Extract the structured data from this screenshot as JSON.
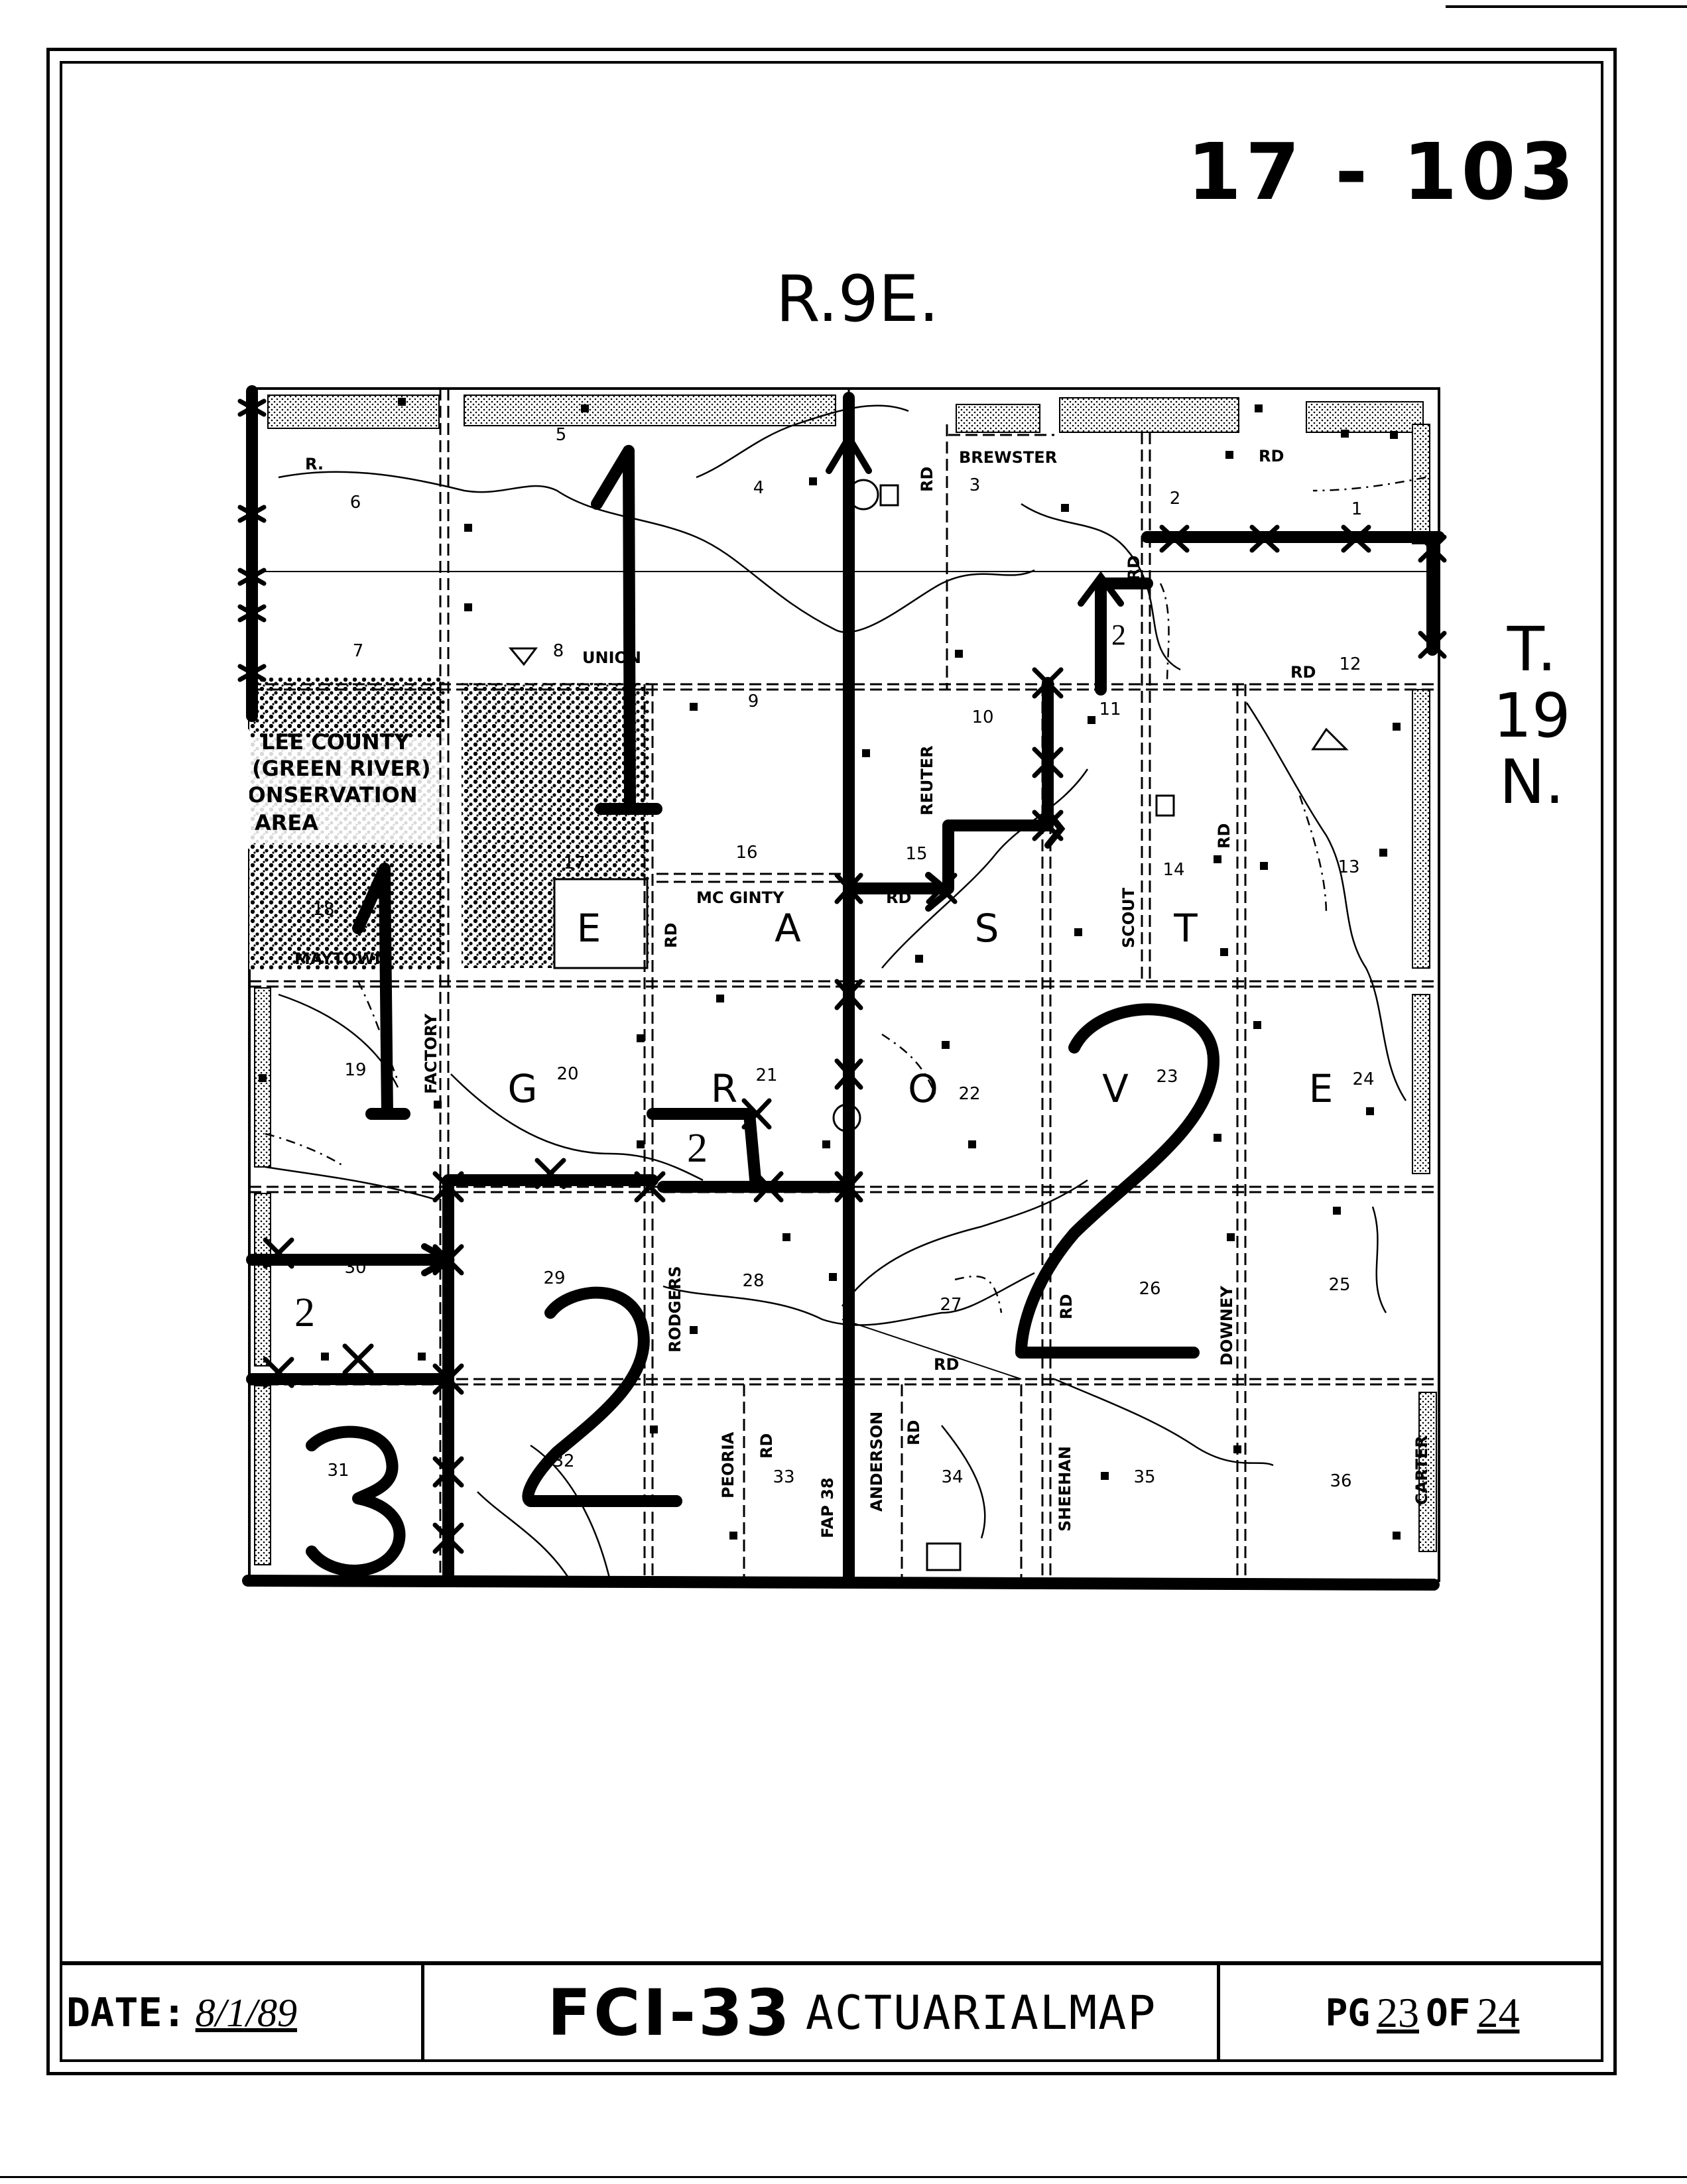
{
  "header": {
    "doc_number": "17 - 103",
    "range": "R.9E.",
    "township": [
      "T.",
      "19",
      "N."
    ]
  },
  "map": {
    "township_name_letters": [
      "E",
      "A",
      "S",
      "T",
      "G",
      "R",
      "O",
      "V",
      "E"
    ],
    "sections": [
      "1",
      "2",
      "3",
      "4",
      "5",
      "6",
      "7",
      "8",
      "9",
      "10",
      "11",
      "12",
      "13",
      "14",
      "15",
      "16",
      "17",
      "18",
      "19",
      "20",
      "21",
      "22",
      "23",
      "24",
      "25",
      "26",
      "27",
      "28",
      "29",
      "30",
      "31",
      "32",
      "33",
      "34",
      "35",
      "36"
    ],
    "road_labels": {
      "brewster": "BREWSTER",
      "rd": "RD",
      "union": "UNION",
      "mc_ginty": "MC GINTY",
      "reuter": "REUTER",
      "scout": "SCOUT",
      "factory": "FACTORY",
      "rodgers": "RODGERS",
      "peoria": "PEORIA",
      "fap38": "FAP 38",
      "anderson": "ANDERSON",
      "sheehan": "SHEEHAN",
      "downey": "DOWNEY",
      "carter": "CARTER",
      "maytown": "MAYTOWN",
      "r": "R."
    },
    "conservation_area": [
      "LEE COUNTY",
      "(GREEN RIVER)",
      "CONSERVATION",
      "AREA"
    ],
    "zone_numbers": [
      "1",
      "1",
      "2",
      "2",
      "2",
      "3"
    ],
    "small_zone_numbers": [
      "2",
      "2",
      "2"
    ]
  },
  "footer": {
    "date_label": "DATE:",
    "date_value": "8/1/89",
    "form_id": "FCI-33",
    "form_title": "ACTUARIALMAP",
    "page_prefix": "PG",
    "page_current": "23",
    "page_of": "OF",
    "page_total": "24"
  }
}
